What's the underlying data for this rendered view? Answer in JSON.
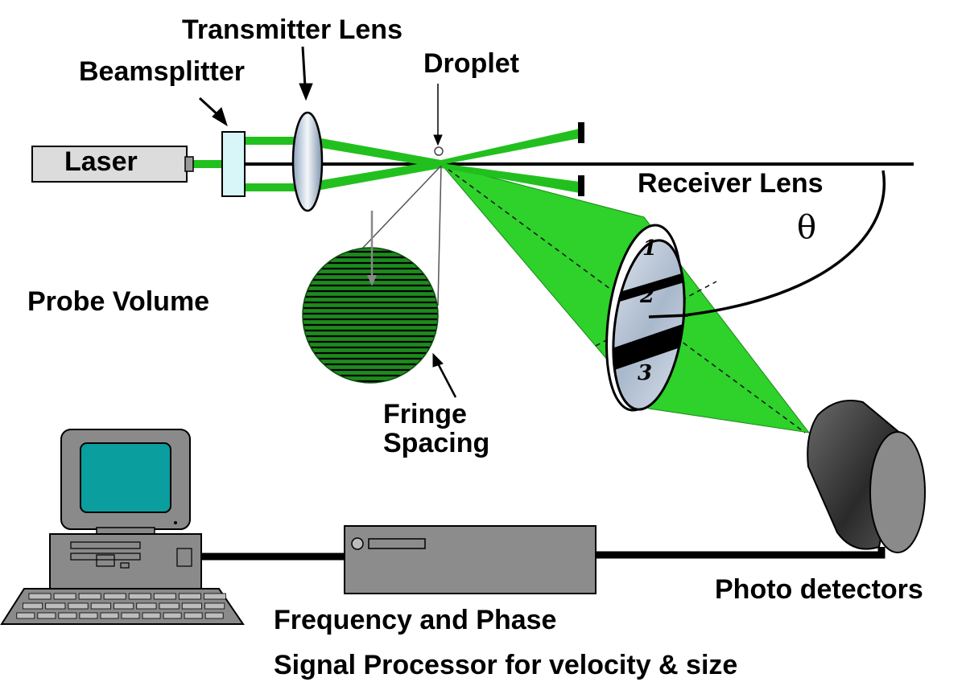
{
  "labels": {
    "laser": "Laser",
    "beamsplitter": "Beamsplitter",
    "transmitter_lens": "Transmitter Lens",
    "droplet": "Droplet",
    "receiver_lens": "Receiver Lens",
    "theta": "θ",
    "probe_volume": "Probe Volume",
    "fringe_spacing_1": "Fringe",
    "fringe_spacing_2": "Spacing",
    "photo_detectors": "Photo detectors",
    "processor_1": "Frequency and Phase",
    "processor_2": "Signal Processor for velocity & size"
  },
  "receiver_segments": [
    "1",
    "2",
    "3"
  ],
  "colors": {
    "beam_green": "#22c01e",
    "cone_green": "#2fd12b",
    "laser_body": "#dcdcdc",
    "beamsplitter": "#d8f6f8",
    "monitor_screen": "#0a9e9e",
    "device_gray": "#8a8a8a",
    "detector_dark": "#4a4a4a"
  }
}
